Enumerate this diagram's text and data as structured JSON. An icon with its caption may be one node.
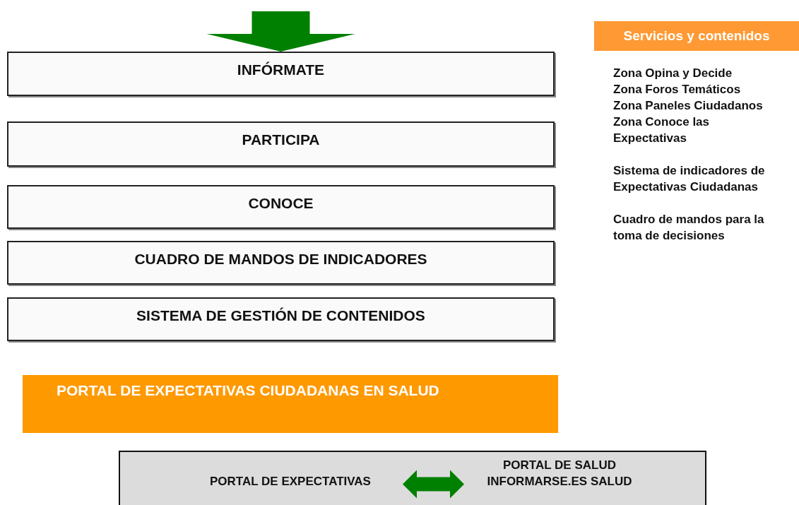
{
  "diagram": {
    "nodes": [
      {
        "text": [
          "INFÓRMATE"
        ]
      },
      {
        "text": [
          "PARTICIPA"
        ]
      },
      {
        "text": [
          "CONOCE"
        ]
      },
      {
        "text": [
          "CUADRO DE MANDOS DE INDICADORES"
        ]
      },
      {
        "text": [
          "SISTEMA DE GESTIÓN DE CONTENIDOS"
        ]
      },
      {
        "text": [
          "PORTAL DE EXPECTATIVAS CIUDADANAS EN SALUD"
        ]
      },
      {
        "text": [],
        "shape": "box"
      },
      {
        "text": [
          "PORTAL DE EXPECTATIVAS"
        ],
        "in": 6
      },
      {
        "text": [
          "PORTAL DE SALUD INFORMARSE.ES SALUD"
        ],
        "in": 6
      },
      {
        "text": [
          "Servicios y contenidos"
        ]
      }
    ],
    "edges": [
      {
        "from": null,
        "to": 0,
        "arrow": "to",
        "style": "thick",
        "color": "#008000"
      },
      {
        "from": 7,
        "to": 8,
        "arrow": "both",
        "style": "thick",
        "color": "#008000"
      }
    ],
    "labels": [
      "Zona Opina y Decide",
      "Zona Foros Temáticos",
      "Zona Paneles Ciudadanos",
      "Zona Conoce las Expectativas",
      "Sistema de indicadores de Expectativas Ciudadanas",
      "Cuadro de mandos para la toma de decisiones"
    ]
  }
}
